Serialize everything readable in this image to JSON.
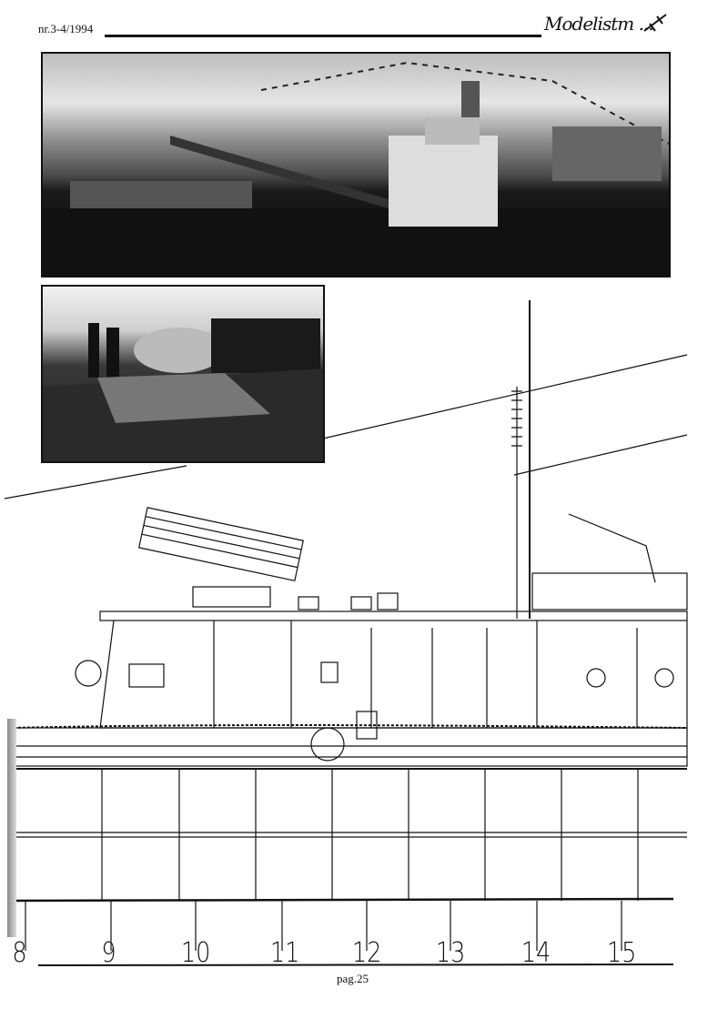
{
  "header": {
    "issue": "nr.3-4/1994",
    "logo": "Modelistm ..."
  },
  "photos": [
    {
      "label": "ship-deck-photo"
    },
    {
      "label": "officers-on-deck-photo"
    }
  ],
  "ruler": {
    "numbers": [
      "8",
      "9",
      "10",
      "11",
      "12",
      "13",
      "14",
      "15"
    ]
  },
  "footer": {
    "page": "pag.25"
  }
}
